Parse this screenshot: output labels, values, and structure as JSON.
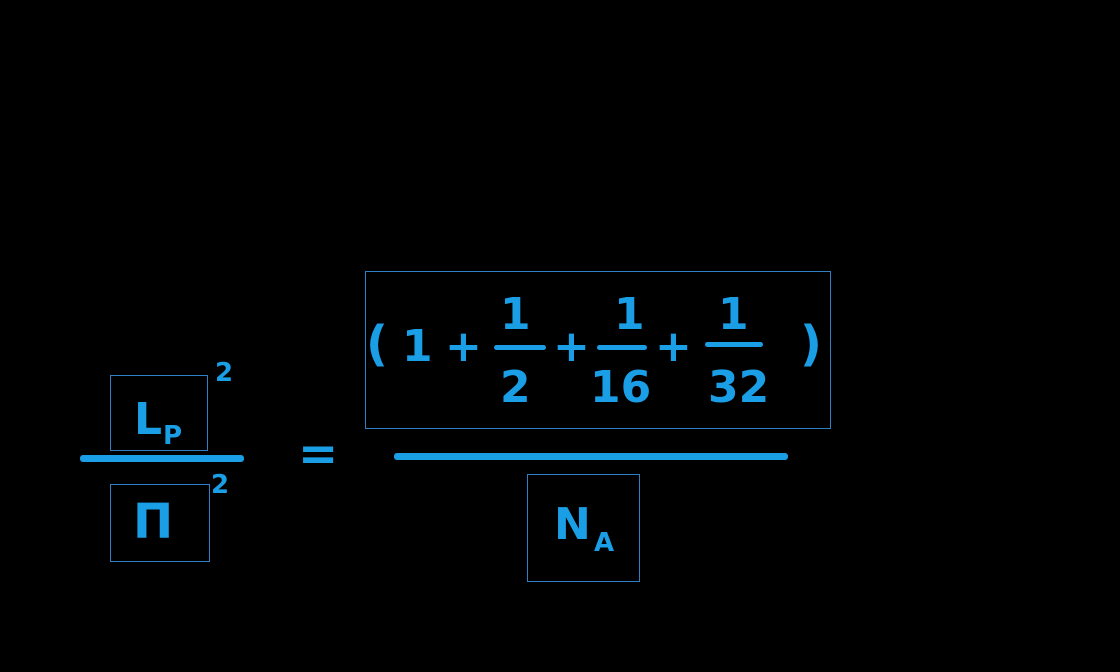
{
  "colors": {
    "background": "#000000",
    "formula": "#1a9ee6",
    "box_outline": "#2f7fc4"
  },
  "left_fraction": {
    "numerator": {
      "base": "L",
      "subscript": "P",
      "exponent": "2"
    },
    "denominator": {
      "base": "Π",
      "exponent": "2"
    }
  },
  "equals": "=",
  "right_fraction": {
    "numerator": {
      "open_paren": "(",
      "first_term": "1",
      "plus_1": "+",
      "frac_1": {
        "num": "1",
        "den": "2"
      },
      "plus_2": "+",
      "frac_2": {
        "num": "1",
        "den": "16"
      },
      "plus_3": "+",
      "frac_3": {
        "num": "1",
        "den": "32"
      },
      "close_paren": ")"
    },
    "denominator": {
      "base": "N",
      "subscript": "A"
    }
  }
}
